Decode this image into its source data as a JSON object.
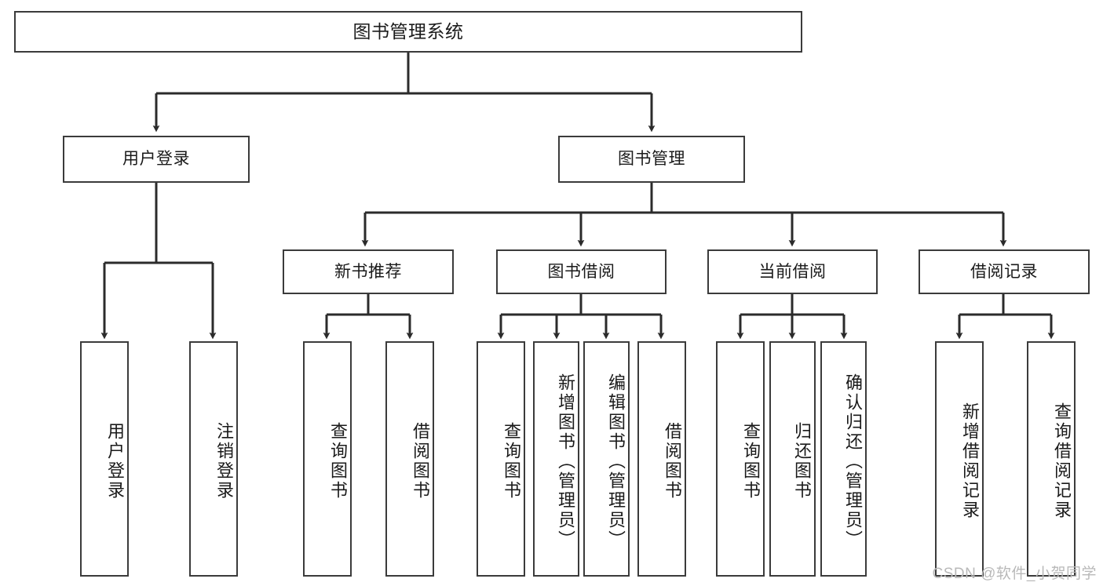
{
  "diagram": {
    "title": "图书管理系统",
    "type": "hierarchy-tree",
    "orientation": "top-down",
    "colors": {
      "background": "#ffffff",
      "box_stroke": "#3b3b3b",
      "box_fill": "#ffffff",
      "connector": "#2b2b2b",
      "text": "#1a1a1a",
      "watermark": "#b9b9b9"
    },
    "levels": [
      {
        "level": 1,
        "nodes": [
          {
            "id": "root",
            "label": "图书管理系统",
            "text_direction": "horizontal"
          }
        ]
      },
      {
        "level": 2,
        "nodes": [
          {
            "id": "login",
            "label": "用户登录",
            "text_direction": "horizontal",
            "parent": "root"
          },
          {
            "id": "bookmgmt",
            "label": "图书管理",
            "text_direction": "horizontal",
            "parent": "root"
          }
        ]
      },
      {
        "level": 3,
        "nodes": [
          {
            "id": "newbook",
            "label": "新书推荐",
            "text_direction": "horizontal",
            "parent": "bookmgmt"
          },
          {
            "id": "borrow",
            "label": "图书借阅",
            "text_direction": "horizontal",
            "parent": "bookmgmt"
          },
          {
            "id": "current",
            "label": "当前借阅",
            "text_direction": "horizontal",
            "parent": "bookmgmt"
          },
          {
            "id": "record",
            "label": "借阅记录",
            "text_direction": "horizontal",
            "parent": "bookmgmt"
          }
        ]
      },
      {
        "level": 4,
        "nodes": [
          {
            "id": "leaf-1",
            "label": "用户登录",
            "text_direction": "vertical",
            "parent": "login"
          },
          {
            "id": "leaf-2",
            "label": "注销登录",
            "text_direction": "vertical",
            "parent": "login"
          },
          {
            "id": "leaf-3",
            "label": "查询图书",
            "text_direction": "vertical",
            "parent": "newbook"
          },
          {
            "id": "leaf-4",
            "label": "借阅图书",
            "text_direction": "vertical",
            "parent": "newbook"
          },
          {
            "id": "leaf-5",
            "label": "查询图书",
            "text_direction": "vertical",
            "parent": "borrow"
          },
          {
            "id": "leaf-6",
            "label": "新增图书（管理员）",
            "text_direction": "vertical",
            "parent": "borrow"
          },
          {
            "id": "leaf-7",
            "label": "编辑图书（管理员）",
            "text_direction": "vertical",
            "parent": "borrow"
          },
          {
            "id": "leaf-8",
            "label": "借阅图书",
            "text_direction": "vertical",
            "parent": "borrow"
          },
          {
            "id": "leaf-9",
            "label": "查询图书",
            "text_direction": "vertical",
            "parent": "current"
          },
          {
            "id": "leaf-10",
            "label": "归还图书",
            "text_direction": "vertical",
            "parent": "current"
          },
          {
            "id": "leaf-11",
            "label": "确认归还（管理员）",
            "text_direction": "vertical",
            "parent": "current"
          },
          {
            "id": "leaf-12",
            "label": "新增借阅记录",
            "text_direction": "vertical",
            "parent": "record"
          },
          {
            "id": "leaf-13",
            "label": "查询借阅记录",
            "text_direction": "vertical",
            "parent": "record"
          }
        ]
      }
    ]
  },
  "watermark": {
    "text": "CSDN @软件_小贺同学"
  }
}
